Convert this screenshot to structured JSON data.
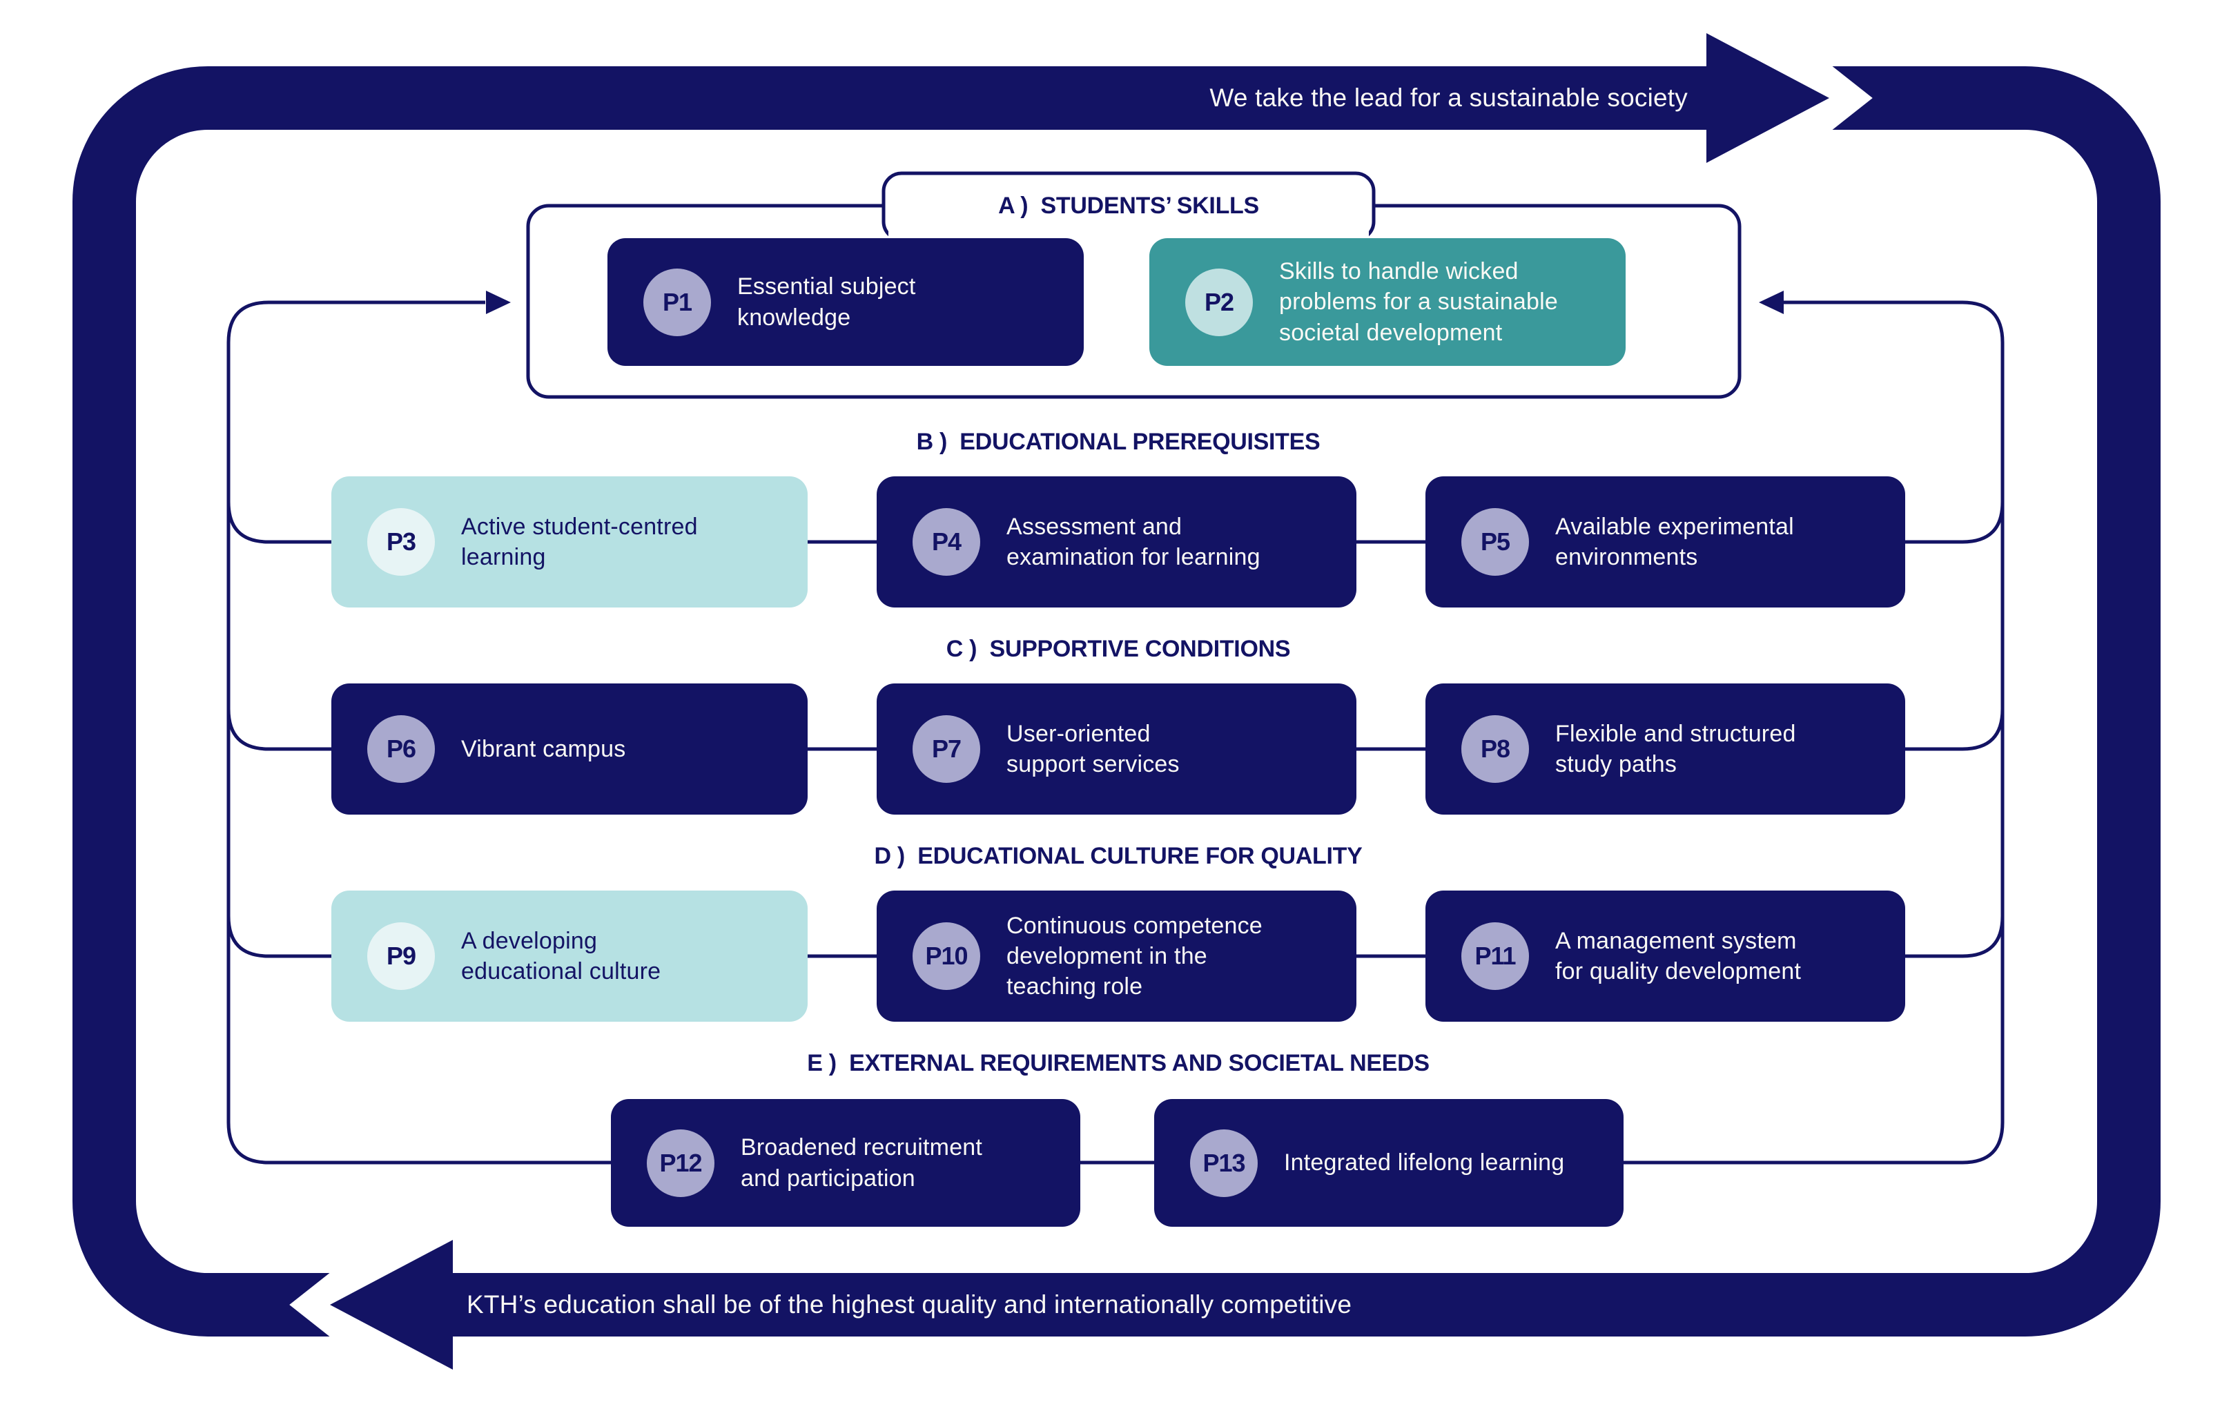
{
  "colors": {
    "navy": "#131364",
    "teal": "#3a999b",
    "light_teal": "#b6e1e3",
    "circle_lavender": "#a9a9ce",
    "circle_pale": "#e7f4f5",
    "circle_teal_pale": "#bfe0e1",
    "text_on_dark": "#faf9f5",
    "background": "#ffffff"
  },
  "top_banner": {
    "text": "We take the lead for a sustainable society"
  },
  "bottom_banner": {
    "text": "KTH’s education shall be of the highest quality and internationally competitive"
  },
  "sections": [
    {
      "id": "A",
      "label": "A )  STUDENTS’ SKILLS",
      "items": [
        {
          "id": "P1",
          "text": "Essential subject\nknowledge",
          "variant": "navy"
        },
        {
          "id": "P2",
          "text": "Skills to handle wicked\nproblems for a sustainable\nsocietal development",
          "variant": "teal"
        }
      ]
    },
    {
      "id": "B",
      "label": "B )  EDUCATIONAL PREREQUISITES",
      "items": [
        {
          "id": "P3",
          "text": "Active student-centred\nlearning",
          "variant": "light"
        },
        {
          "id": "P4",
          "text": "Assessment and\nexamination for learning",
          "variant": "navy"
        },
        {
          "id": "P5",
          "text": "Available experimental\nenvironments",
          "variant": "navy"
        }
      ]
    },
    {
      "id": "C",
      "label": "C )  SUPPORTIVE CONDITIONS",
      "items": [
        {
          "id": "P6",
          "text": "Vibrant campus",
          "variant": "navy"
        },
        {
          "id": "P7",
          "text": "User-oriented\nsupport services",
          "variant": "navy"
        },
        {
          "id": "P8",
          "text": "Flexible and structured\nstudy paths",
          "variant": "navy"
        }
      ]
    },
    {
      "id": "D",
      "label": "D )  EDUCATIONAL CULTURE FOR QUALITY",
      "items": [
        {
          "id": "P9",
          "text": "A developing\neducational culture",
          "variant": "light"
        },
        {
          "id": "P10",
          "text": "Continuous competence\ndevelopment in the\nteaching role",
          "variant": "navy"
        },
        {
          "id": "P11",
          "text": "A management system\nfor quality development",
          "variant": "navy"
        }
      ]
    },
    {
      "id": "E",
      "label": "E )  EXTERNAL REQUIREMENTS AND SOCIETAL NEEDS",
      "items": [
        {
          "id": "P12",
          "text": "Broadened recruitment\nand participation",
          "variant": "navy"
        },
        {
          "id": "P13",
          "text": "Integrated lifelong learning",
          "variant": "navy"
        }
      ]
    }
  ]
}
